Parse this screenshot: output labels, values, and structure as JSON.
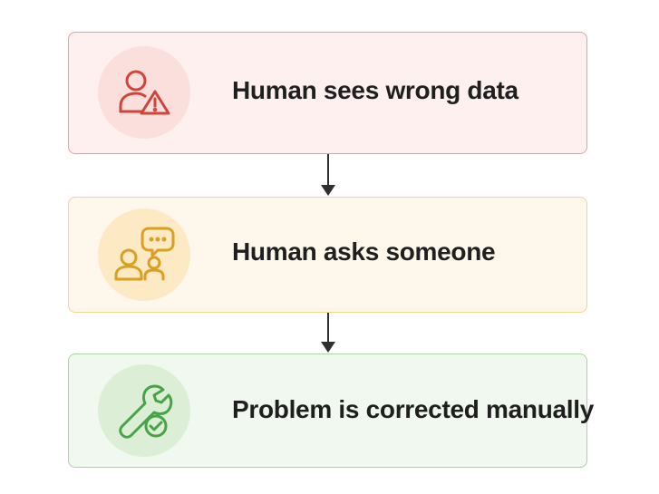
{
  "steps": [
    {
      "label": "Human sees wrong data",
      "icon": "user-warning-icon",
      "color": "#d0453a"
    },
    {
      "label": "Human asks someone",
      "icon": "users-chat-icon",
      "color": "#d9a021"
    },
    {
      "label": "Problem is corrected manually",
      "icon": "wrench-check-icon",
      "color": "#46a446"
    }
  ]
}
